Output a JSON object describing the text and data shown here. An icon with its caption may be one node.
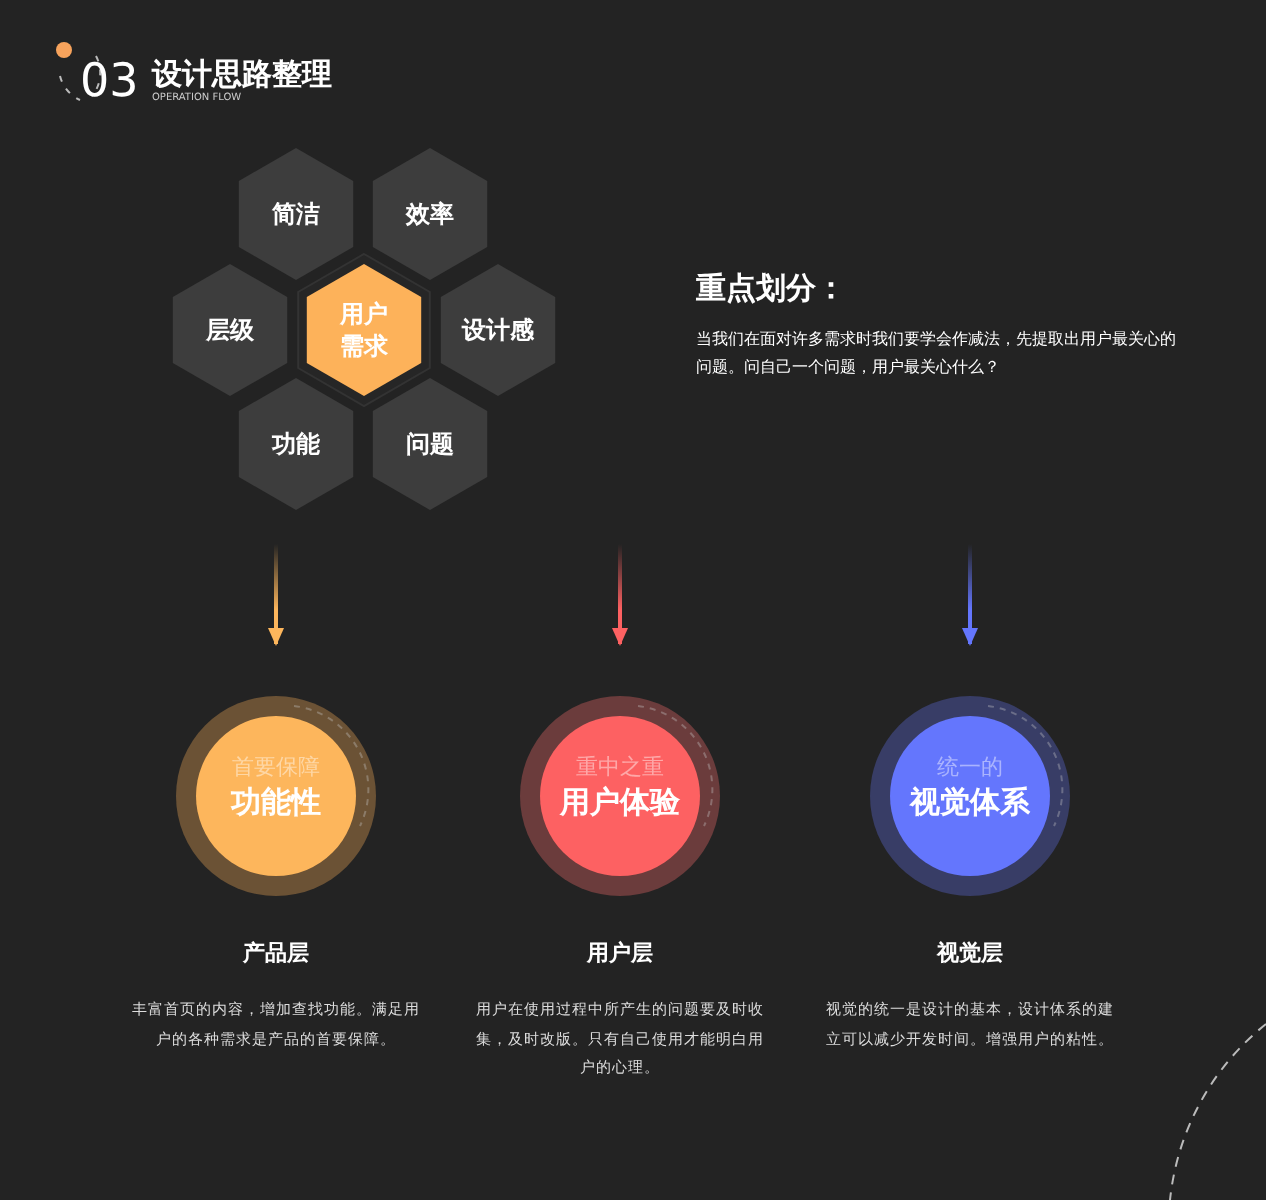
{
  "diagram": {
    "title": "设计思路整理",
    "nodes": [
      {
        "text": [
          "简洁"
        ]
      },
      {
        "text": [
          "效率"
        ]
      },
      {
        "text": [
          "层级"
        ]
      },
      {
        "text": [
          "用户需求"
        ]
      },
      {
        "text": [
          "设计感"
        ]
      },
      {
        "text": [
          "功能"
        ]
      },
      {
        "text": [
          "问题"
        ]
      },
      {
        "text": [
          "首要保障",
          "功能性"
        ],
        "beside": [
          "产品层",
          "丰富首页的内容，增加查找功能。满足用户的各种需求是产品的首要保障。"
        ]
      },
      {
        "text": [
          "重中之重",
          "用户体验"
        ],
        "beside": [
          "用户层",
          "用户在使用过程中所产生的问题要及时收集，及时改版。只有自己使用才能明白用户的心理。"
        ]
      },
      {
        "text": [
          "统一的",
          "视觉体系"
        ],
        "beside": [
          "视觉层",
          "视觉的统一是设计的基本，设计体系的建立可以减少开发时间。增强用户的粘性。"
        ]
      }
    ],
    "edges": [
      {
        "from": null,
        "to": 7,
        "arrow": "to",
        "color": "#fdb65c"
      },
      {
        "from": null,
        "to": 8,
        "arrow": "to",
        "color": "#fd6162"
      },
      {
        "from": null,
        "to": 9,
        "arrow": "to",
        "color": "#6476fd"
      }
    ],
    "labels": [
      "03",
      "OPERATION FLOW",
      "重点划分：",
      "当我们在面对许多需求时我们要学会作减法，先提取出用户最关心的问题。问自己一个问题，用户最关心什么？"
    ]
  }
}
